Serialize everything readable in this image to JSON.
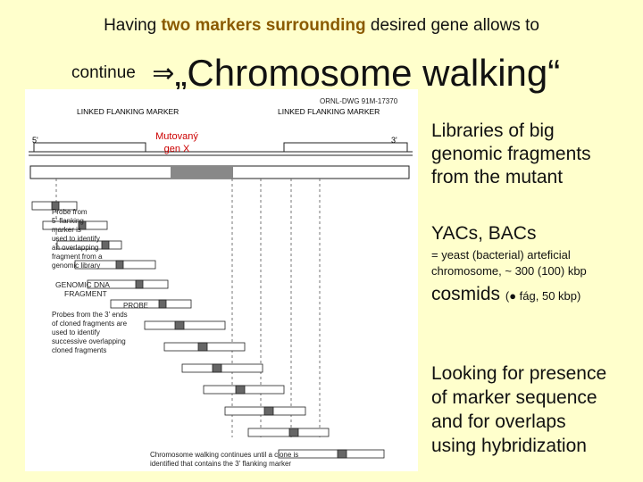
{
  "title": {
    "line1_a": "Having ",
    "line1_bold1": "two markers surrounding",
    "line1_b": " desired gene allows to",
    "line2_small": "continue",
    "line2_arrow": "⇒",
    "line2_big": "„Chromosome walking“"
  },
  "diagram": {
    "code": "ORNL-DWG 91M-17370",
    "left_marker": "LINKED FLANKING MARKER",
    "right_marker": "LINKED FLANKING MARKER",
    "five_prime": "5'",
    "three_prime": "3'",
    "mutant_gene_line1": "Mutovaný",
    "mutant_gene_line2": "gen X",
    "probe_from_5": [
      "Probe from",
      "5' flanking",
      "marker is",
      "used to identify",
      "an overlapping",
      "fragment from a",
      "genomic library"
    ],
    "genomic_dna_fragment": [
      "GENOMIC DNA",
      "FRAGMENT"
    ],
    "probe": "PROBE",
    "probes_from_3": [
      "Probes from the 3' ends",
      "of cloned fragments are",
      "used to identify",
      "successive overlapping",
      "cloned fragments"
    ],
    "footer": [
      "Chromosome walking continues until a clone is",
      "identified that contains the 3' flanking marker"
    ]
  },
  "right_text": {
    "libraries": [
      "Libraries of big",
      "genomic fragments",
      "from the mutant"
    ],
    "yacs": "YACs, BACs",
    "yacs_note": [
      "= yeast (bacterial) arteficial",
      "chromosome, ~ 300 (100) kbp"
    ],
    "cosmids": "cosmids",
    "cosmids_note": "(● fág, 50 kbp)",
    "looking": [
      "Looking for presence",
      "of marker sequence",
      "and for overlaps",
      "using hybridization"
    ]
  }
}
